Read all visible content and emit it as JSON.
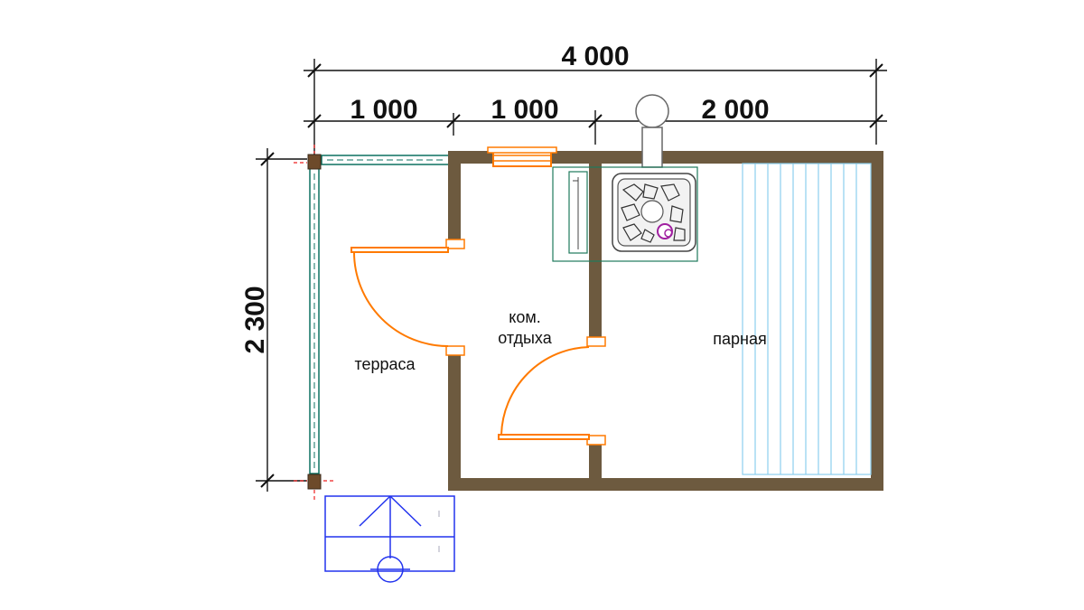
{
  "dimensions": {
    "total_width": "4 000",
    "segment_1": "1 000",
    "segment_2": "1 000",
    "segment_3": "2 000",
    "height": "2 300"
  },
  "rooms": {
    "terrace": "терраса",
    "rest_room_line1": "ком.",
    "rest_room_line2": "отдыха",
    "steam_room": "парная"
  },
  "colors": {
    "walls": "#6d5a3f",
    "doors": "#ff7a00",
    "railing": "#0d7060",
    "bench": "#8ccfee",
    "stairs": "#2233ee"
  }
}
